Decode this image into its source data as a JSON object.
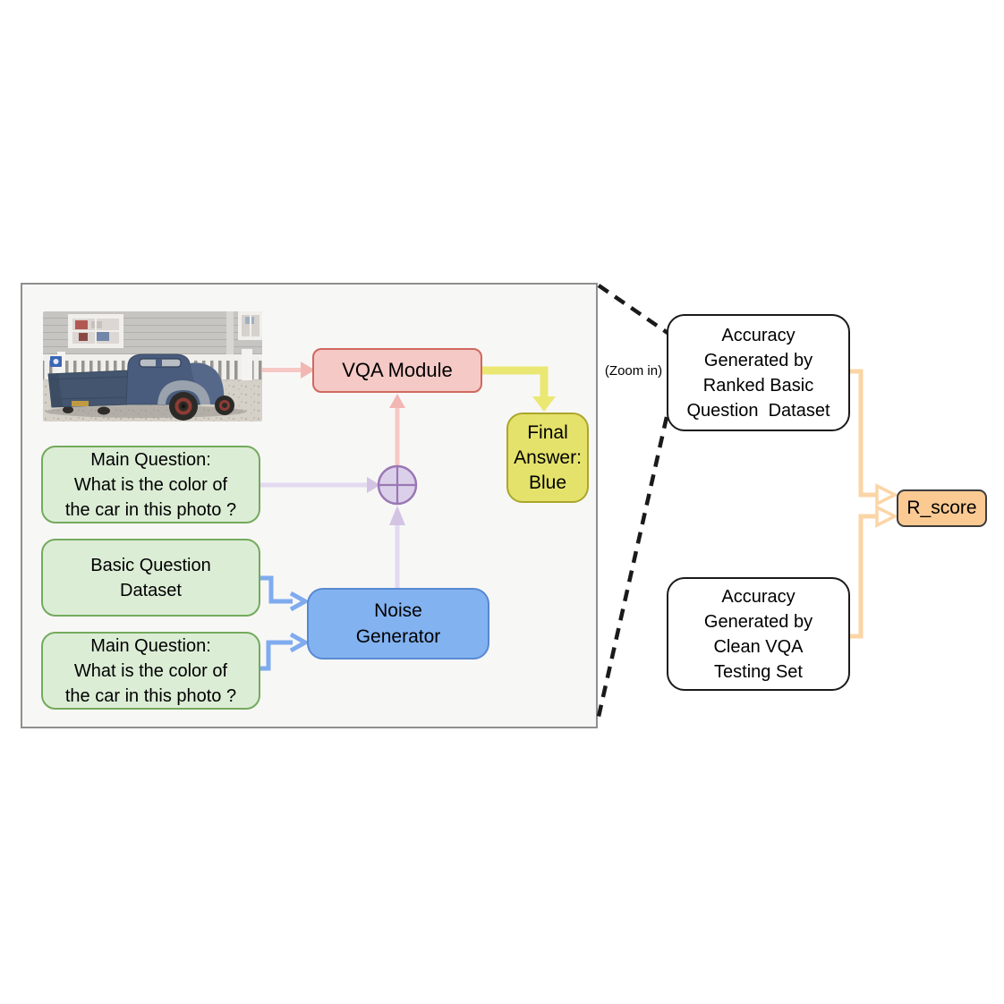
{
  "colors": {
    "page_bg": "#ffffff",
    "panel_bg": "#f7f7f6",
    "panel_border": "#8f8f8f",
    "green_fill": "#dcedd6",
    "green_border": "#74aa5d",
    "pink_fill": "#f5c9c6",
    "pink_border": "#d0685f",
    "pink_line": "#f6c8c5",
    "pink_head": "#f3b7b3",
    "purple_line": "#e3daf0",
    "purple_head": "#d4c4e4",
    "purple_fill": "#dbd0e9",
    "purple_border": "#9a77b5",
    "blue_fill": "#82b2f0",
    "blue_border": "#5888d0",
    "blue_line": "#7fabef",
    "yellow_fill": "#e4e26b",
    "yellow_border": "#aaa62e",
    "yellow_line": "#eae873",
    "orange_fill": "#fbca92",
    "orange_border": "#3c3c3c",
    "orange_line": "#fbd5a6",
    "white_fill": "#ffffff",
    "box_border_dark": "#1a1a1a"
  },
  "nodes": {
    "vqa_module": {
      "label": "VQA Module"
    },
    "final_answer": {
      "label": "Final\nAnswer:\nBlue"
    },
    "main_question_top": {
      "label": "Main Question:\nWhat is the color of\nthe car in this photo ?"
    },
    "basic_question_dataset": {
      "label": "Basic Question\nDataset"
    },
    "main_question_bottom": {
      "label": "Main Question:\nWhat is the color of\nthe car in this photo ?"
    },
    "noise_generator": {
      "label": "Noise\nGenerator"
    },
    "accuracy_ranked": {
      "label": "Accuracy\nGenerated by\nRanked Basic\nQuestion  Dataset"
    },
    "accuracy_clean": {
      "label": "Accuracy\nGenerated by\nClean VQA\nTesting Set"
    },
    "r_score": {
      "label": "R_score"
    }
  },
  "annotations": {
    "zoom_in": "(Zoom in)"
  },
  "icons": {
    "combine_operator": "circle-plus-icon",
    "photo": "truck-photo"
  }
}
